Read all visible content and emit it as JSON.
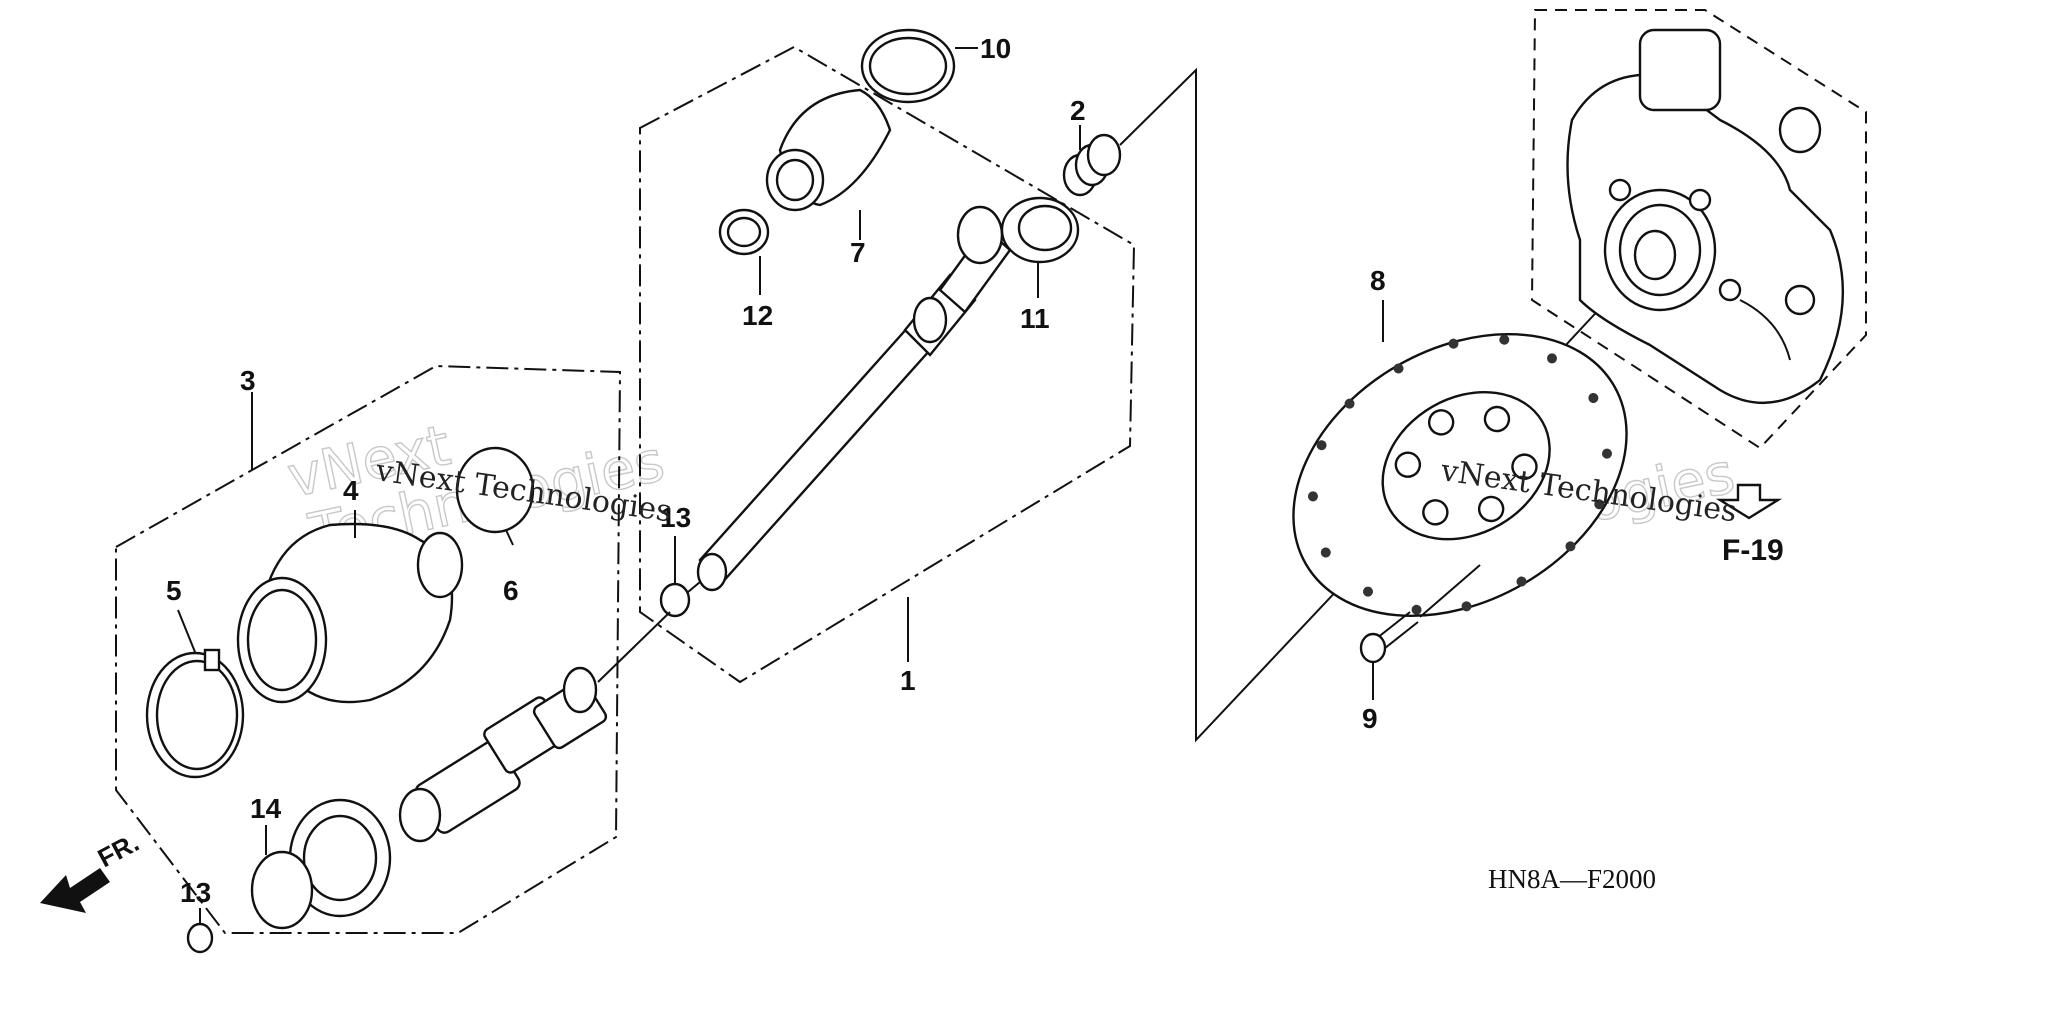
{
  "callouts": {
    "p1": "1",
    "p2": "2",
    "p3": "3",
    "p4": "4",
    "p5": "5",
    "p6": "6",
    "p7": "7",
    "p8": "8",
    "p9": "9",
    "p10": "10",
    "p11": "11",
    "p12": "12",
    "p13a": "13",
    "p13b": "13",
    "p14": "14"
  },
  "reference_label": "F-19",
  "front_label": "FR.",
  "diagram_code": "HN8A—F2000",
  "watermark": {
    "line1": "vNext Technologies",
    "line2": "vNext Technologies"
  }
}
